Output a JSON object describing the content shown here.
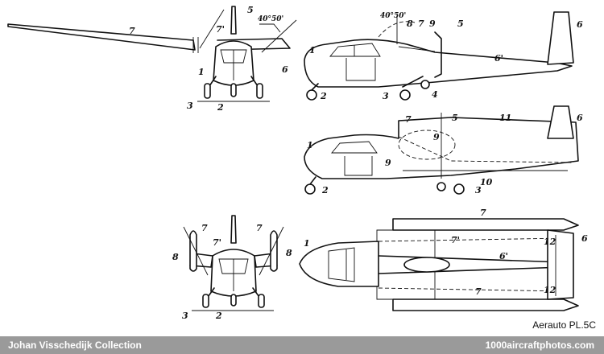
{
  "drawing": {
    "labels": {
      "front_top": [
        "7",
        "7'",
        "5",
        "40°50'",
        "1",
        "6",
        "3",
        "2"
      ],
      "side_top": [
        "40°50'",
        "8",
        "7",
        "9",
        "5",
        "6",
        "1",
        "6'",
        "2",
        "3",
        "4"
      ],
      "side_mid": [
        "7",
        "5",
        "11",
        "6",
        "1",
        "9",
        "9",
        "2",
        "10",
        "3"
      ],
      "front_bottom": [
        "7",
        "7'",
        "7",
        "8",
        "8",
        "3",
        "2"
      ],
      "plan": [
        "7",
        "1",
        "7'",
        "6'",
        "12",
        "6",
        "12",
        "7"
      ]
    }
  },
  "caption": "Aerauto PL.5C",
  "footer": {
    "collection": "Johan Visschedijk Collection",
    "site": "1000aircraftphotos.com"
  }
}
